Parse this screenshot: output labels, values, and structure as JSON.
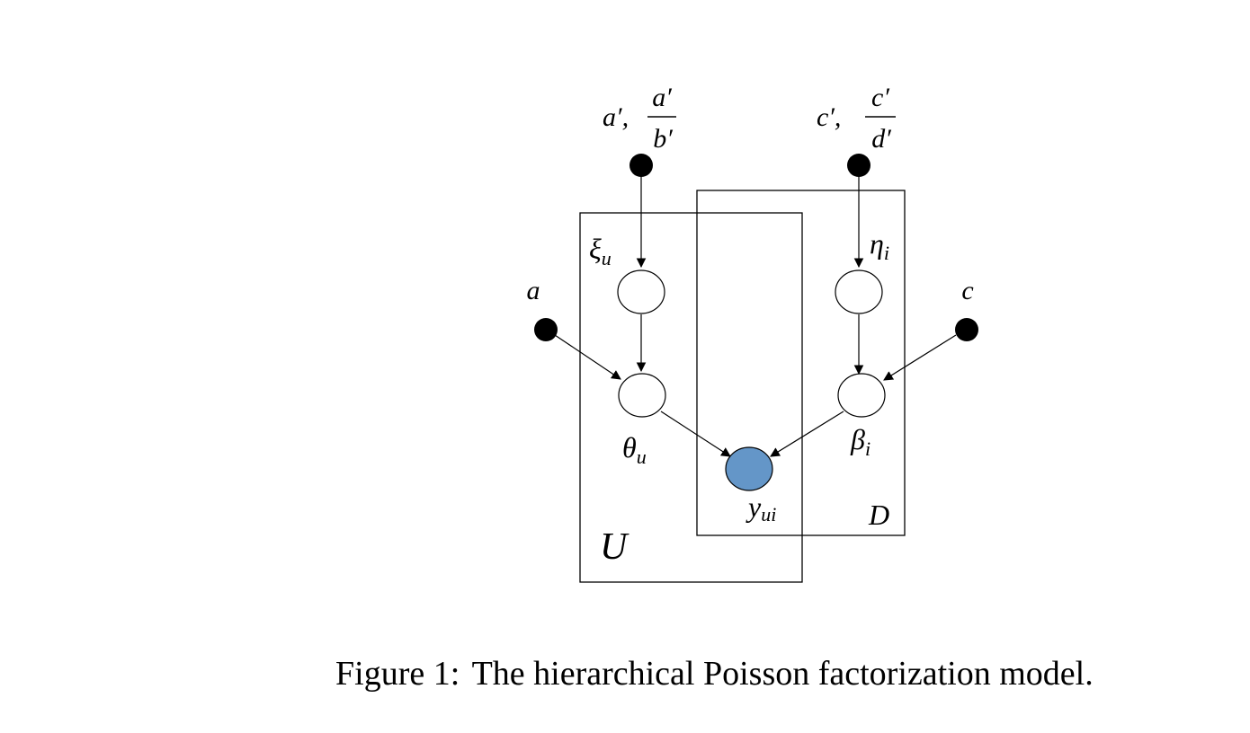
{
  "diagram": {
    "plates": {
      "users": "U",
      "items": "D"
    },
    "nodes": {
      "a_prime_hyper": {
        "label_left": "a′,",
        "frac_num": "a′",
        "frac_den": "b′"
      },
      "c_prime_hyper": {
        "label_left": "c′,",
        "frac_num": "c′",
        "frac_den": "d′"
      },
      "a_hyper": {
        "label": "a"
      },
      "c_hyper": {
        "label": "c"
      },
      "xi": {
        "base": "ξ",
        "sub": "u"
      },
      "eta": {
        "base": "η",
        "sub": "i"
      },
      "theta": {
        "base": "θ",
        "sub": "u"
      },
      "beta": {
        "base": "β",
        "sub": "i"
      },
      "y": {
        "base": "y",
        "sub": "ui",
        "observed": true
      }
    },
    "colors": {
      "observed_fill": "#6496c8",
      "latent_fill": "#ffffff",
      "hyper_fill": "#000000",
      "stroke": "#000000"
    }
  },
  "caption": {
    "prefix": "Figure 1:",
    "text": "The hierarchical Poisson factorization model."
  }
}
